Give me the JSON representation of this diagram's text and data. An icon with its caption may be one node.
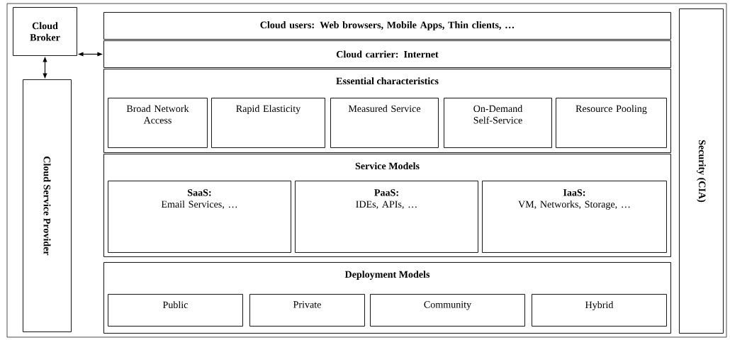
{
  "diagram": {
    "nodes": [
      {
        "text": [
          "Cloud Broker"
        ]
      },
      {
        "text": [
          "Cloud Service Provider"
        ]
      },
      {
        "text": [
          "Cloud users: Web browsers, Mobile Apps, Thin clients, …"
        ]
      },
      {
        "text": [
          "Cloud carrier: Internet"
        ]
      },
      {
        "text": [
          "Essential characteristics"
        ]
      },
      {
        "text": [
          "Broad Network Access"
        ],
        "in": 4
      },
      {
        "text": [
          "Rapid Elasticity"
        ],
        "in": 4
      },
      {
        "text": [
          "Measured Service"
        ],
        "in": 4
      },
      {
        "text": [
          "On-Demand Self-Service"
        ],
        "in": 4
      },
      {
        "text": [
          "Resource Pooling"
        ],
        "in": 4
      },
      {
        "text": [
          "Service Models"
        ]
      },
      {
        "text": [
          "SaaS:",
          "Email Services, …"
        ],
        "in": 10
      },
      {
        "text": [
          "PaaS:",
          "IDEs, APIs, …"
        ],
        "in": 10
      },
      {
        "text": [
          "IaaS:",
          "VM, Networks, Storage, …"
        ],
        "in": 10
      },
      {
        "text": [
          "Deployment Models"
        ]
      },
      {
        "text": [
          "Public"
        ],
        "in": 14
      },
      {
        "text": [
          "Private"
        ],
        "in": 14
      },
      {
        "text": [
          "Community"
        ],
        "in": 14
      },
      {
        "text": [
          "Hybrid"
        ],
        "in": 14
      },
      {
        "text": [
          "Security (CIA)"
        ]
      }
    ],
    "edges": [
      {
        "from": 0,
        "to": 3,
        "arrow": "both"
      },
      {
        "from": 0,
        "to": 1,
        "arrow": "both"
      }
    ]
  }
}
